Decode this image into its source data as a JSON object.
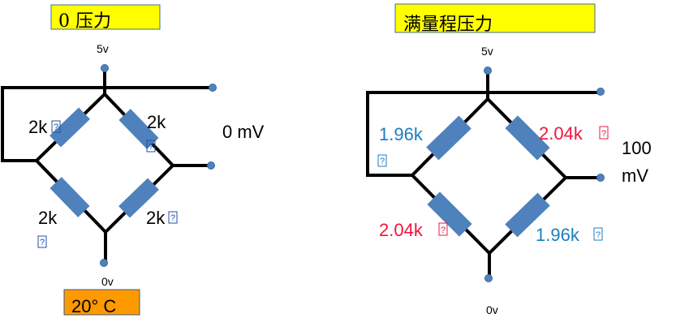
{
  "colors": {
    "title_bg": "#ffff00",
    "temp_bg": "#ff9900",
    "resistor": "#4f81bd",
    "blue_text": "#1a7fc0",
    "red_text": "#f0143c"
  },
  "missing_glyph": "?",
  "left": {
    "title": "0 压力",
    "supply": "5v",
    "ground": "0v",
    "output": "0 mV",
    "temperature": "20° C",
    "r_top_left": "2k",
    "r_top_right": "2k",
    "r_bottom_left": "2k",
    "r_bottom_right": "2k"
  },
  "right": {
    "title": "满量程压力",
    "supply": "5v",
    "ground": "0v",
    "output_value": "100",
    "output_unit": "mV",
    "r_top_left": "1.96k",
    "r_top_right": "2.04k",
    "r_bottom_left": "2.04k",
    "r_bottom_right": "1.96k"
  }
}
